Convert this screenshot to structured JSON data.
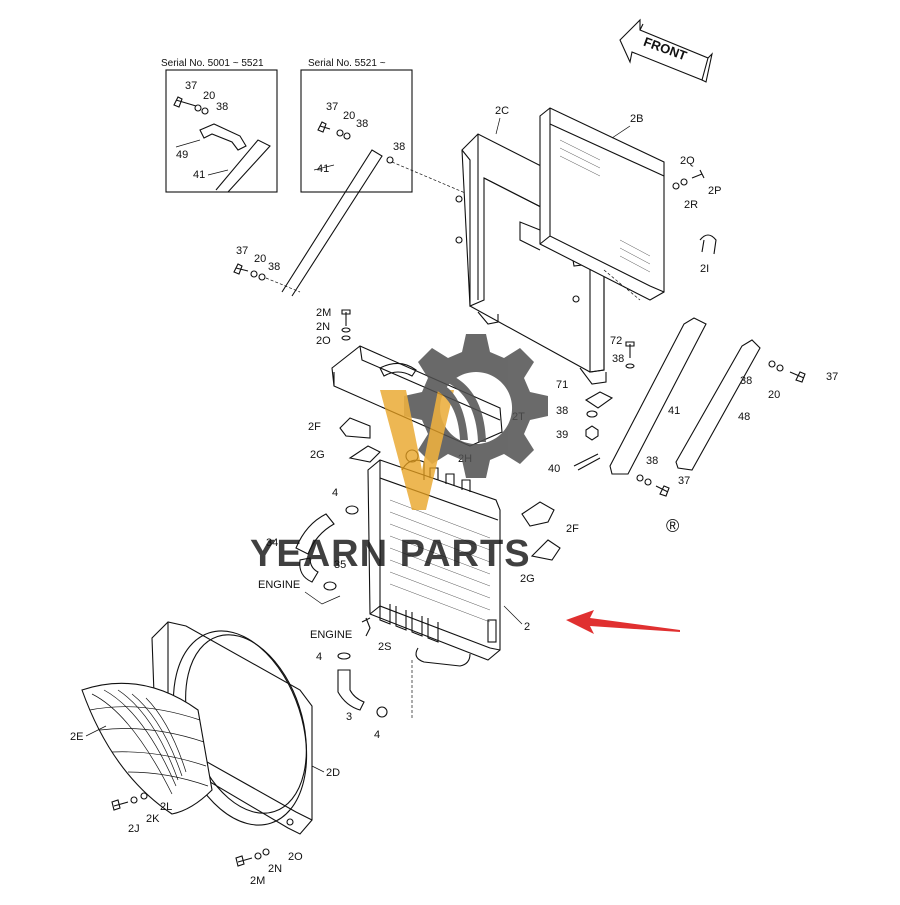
{
  "diagram": {
    "front_label": "FRONT",
    "inset_left_title": "Serial No. 5001 ~ 5521",
    "inset_right_title": "Serial No. 5521 ~",
    "engine_label_top": "ENGINE",
    "engine_label_bottom": "ENGINE",
    "registered_mark": "®",
    "watermark_text": "YEARN PARTS",
    "callouts": {
      "c37a": "37",
      "c20a": "20",
      "c38a": "38",
      "c49": "49",
      "c41a": "41",
      "c37b": "37",
      "c20b": "20",
      "c38b": "38",
      "c38c": "38",
      "c41b": "41",
      "c37c": "37",
      "c20c": "20",
      "c38d": "38",
      "c2C": "2C",
      "c2B": "2B",
      "c2Q": "2Q",
      "c2P": "2P",
      "c2R": "2R",
      "c2I": "2I",
      "c2M": "2M",
      "c2N": "2N",
      "c2O": "2O",
      "c72": "72",
      "c38e": "38",
      "c71": "71",
      "c38f": "38",
      "c39": "39",
      "c40": "40",
      "c41c": "41",
      "c38g": "38",
      "c37d": "37",
      "c38h": "38",
      "c48": "48",
      "c20d": "20",
      "c37e": "37",
      "c2T": "2T",
      "c2F": "2F",
      "c2G": "2G",
      "c2H": "2H",
      "c4a": "4",
      "c34": "34",
      "c35": "35",
      "c2Fb": "2F",
      "c2Gb": "2G",
      "c2": "2",
      "c4b": "4",
      "c2S": "2S",
      "c3": "3",
      "c4c": "4",
      "c2E": "2E",
      "c2D": "2D",
      "c2L": "2L",
      "c2K": "2K",
      "c2J": "2J",
      "c2Mb": "2M",
      "c2Nb": "2N",
      "c2Ob": "2O"
    }
  }
}
